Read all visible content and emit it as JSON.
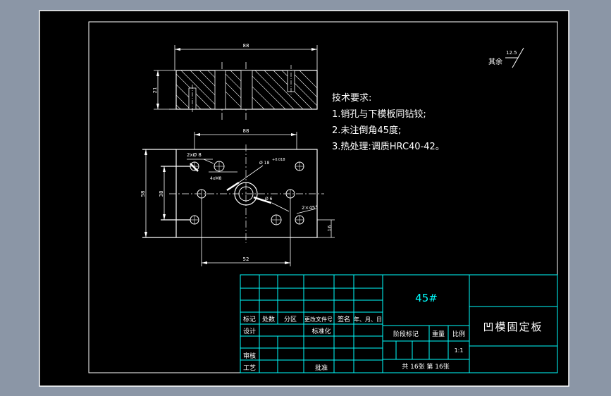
{
  "drawing": {
    "roughness": {
      "label": "其余",
      "value": "12.5"
    },
    "dimensions": {
      "top_width": "88",
      "section_height": "21",
      "plan_width": "88",
      "plan_height_outer": "58",
      "plan_height_inner": "38",
      "plan_bottom_width": "52",
      "right_offset": "16",
      "hole_a": "2xØ 8",
      "hole_b": "4xM8",
      "hole_c": "Ø 18",
      "hole_c_sub": "+0.018",
      "hole_d": "Ø 6",
      "chamfer": "2×45°"
    },
    "notes": {
      "heading": "技术要求:",
      "items": [
        "1.销孔与下模板同钻铰;",
        "2.未注倒角45度;",
        "3.热处理:调质HRC40-42。"
      ]
    }
  },
  "title_block": {
    "material": "45#",
    "part_name": "凹模固定板",
    "headers": [
      "标记",
      "处数",
      "分区",
      "更改文件号",
      "签名",
      "年、月、日"
    ],
    "row_design": "设计",
    "row_standard": "标准化",
    "row_review": "审核",
    "row_process": "工艺",
    "row_approve": "批准",
    "stage_label": "阶段标记",
    "weight_label": "重量",
    "scale_label": "比例",
    "scale_value": "1:1",
    "sheet_info": "共 16张  第 16张"
  }
}
